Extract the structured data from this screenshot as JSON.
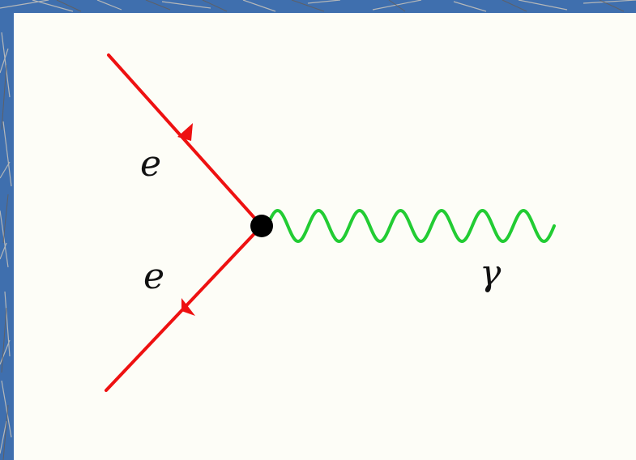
{
  "diagram": {
    "labels": {
      "incoming_particle": "e",
      "outgoing_particle": "e",
      "boson": "γ"
    },
    "colors": {
      "fermion_line": "#ee1111",
      "photon_line": "#22cc33",
      "vertex": "#000000",
      "panel": "#fdfdf7",
      "background": "#3f6fae"
    },
    "icons": {
      "vertex": "filled-circle",
      "fermion_arrow": "triangle-arrow"
    }
  }
}
